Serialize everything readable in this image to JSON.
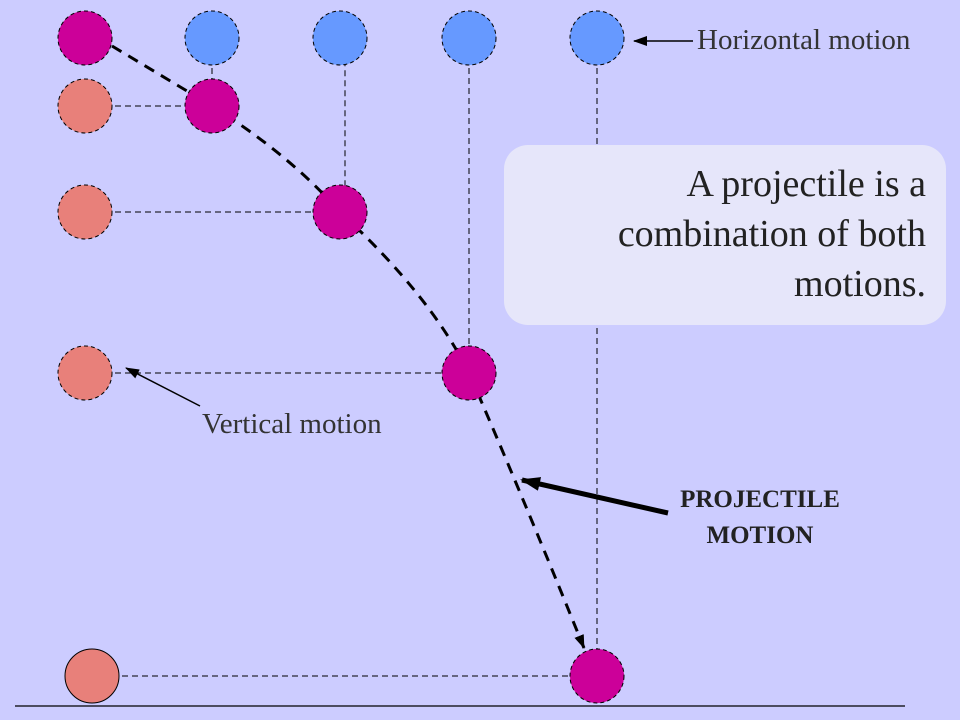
{
  "labels": {
    "horizontal": "Horizontal motion",
    "vertical": "Vertical motion",
    "callout": "A projectile is a combination of both motions.",
    "projectile_line1": "PROJECTILE",
    "projectile_line2": "MOTION"
  },
  "colors": {
    "background": "#ccccff",
    "horizontal_ball": "#6699ff",
    "vertical_ball": "#e8807a",
    "projectile_ball": "#cc0099",
    "callout_fill": "#e6e6fa"
  }
}
